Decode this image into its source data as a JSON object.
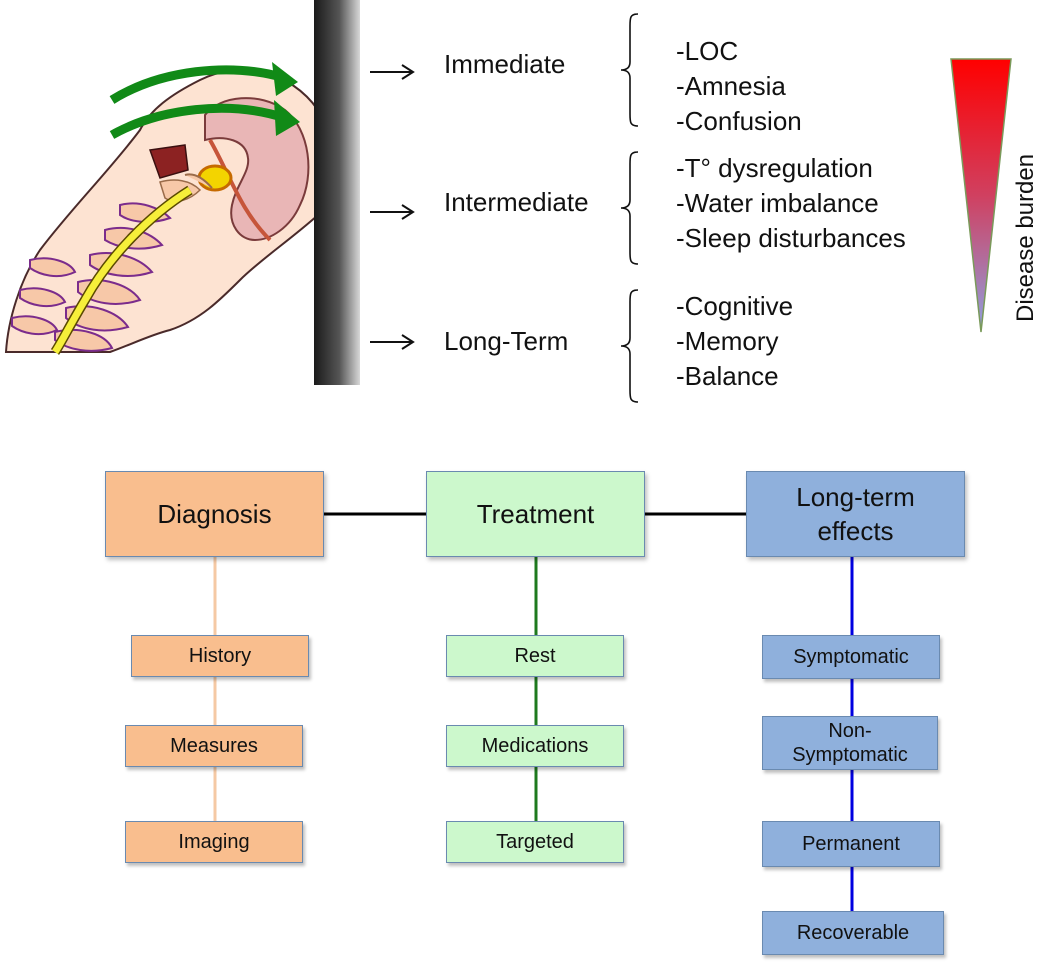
{
  "stages": [
    {
      "label": "Immediate",
      "symptoms": [
        "-LOC",
        "-Amnesia",
        "-Confusion"
      ]
    },
    {
      "label": "Intermediate",
      "symptoms": [
        "-T° dysregulation",
        "-Water imbalance",
        "-Sleep disturbances"
      ]
    },
    {
      "label": "Long-Term",
      "symptoms": [
        "-Cognitive",
        "-Memory",
        "-Balance"
      ]
    }
  ],
  "burden_label": "Disease burden",
  "burden_gradient": {
    "top": "#ff0000",
    "bottom": "#8fa0e0"
  },
  "flow": {
    "diagnosis": {
      "label": "Diagnosis",
      "items": [
        "History",
        "Measures",
        "Imaging"
      ],
      "color": "#f9be8e",
      "line_color": "#f5c9a4"
    },
    "treatment": {
      "label": "Treatment",
      "items": [
        "Rest",
        "Medications",
        "Targeted"
      ],
      "color": "#ccf8cc",
      "line_color": "#1e7a1e"
    },
    "long_term": {
      "label_line1": "Long-term",
      "label_line2": "effects",
      "items": [
        "Symptomatic",
        "Non-",
        "Symptomatic",
        "Permanent",
        "Recoverable"
      ],
      "color": "#8fb0dc",
      "line_color": "#0000e0"
    }
  }
}
